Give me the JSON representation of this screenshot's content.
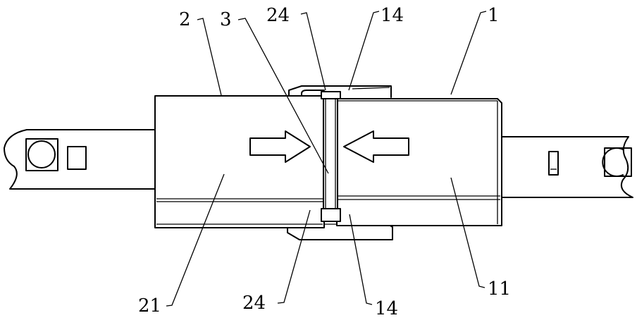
{
  "labels": {
    "housing_2": "2",
    "insert_3": "3",
    "tab_24_top": "24",
    "latch_14_top": "14",
    "housing_1": "1",
    "body_21": "21",
    "tab_24_bottom": "24",
    "latch_14_bottom": "14",
    "body_11": "11"
  },
  "arrows": {
    "left_arrow": "arrow-right-icon",
    "right_arrow": "arrow-left-icon"
  }
}
